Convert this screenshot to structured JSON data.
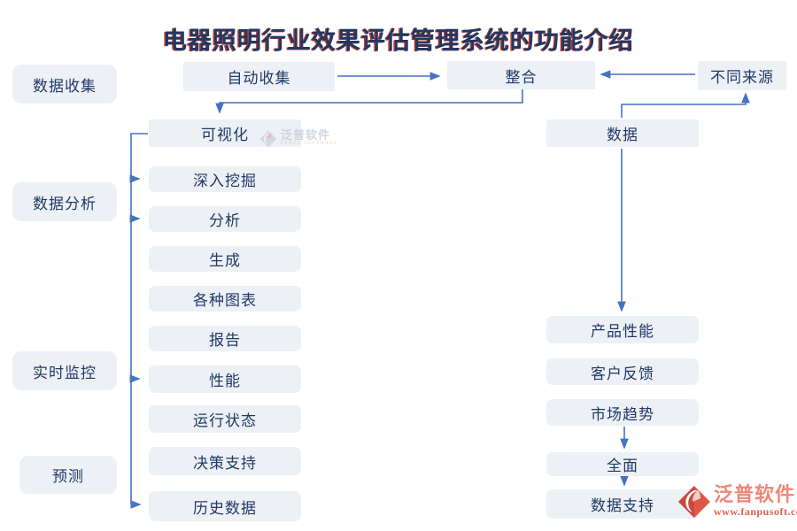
{
  "title": "电器照明行业效果评估管理系统的功能介绍",
  "categories": [
    "数据收集",
    "数据分析",
    "实时监控",
    "预测"
  ],
  "top_row": [
    "自动收集",
    "整合",
    "不同来源"
  ],
  "middle_column": [
    "可视化",
    "深入挖掘",
    "分析",
    "生成",
    "各种图表",
    "报告",
    "性能",
    "运行状态",
    "决策支持",
    "历史数据"
  ],
  "right_column": [
    "数据",
    "产品性能",
    "客户反馈",
    "市场趋势",
    "全面",
    "数据支持"
  ],
  "colors": {
    "arrow": "#4472c4",
    "box_fill": "#edf0f4",
    "box_text": "#1f3a68",
    "title_text": "#1f3864",
    "title_shadow": "#c0392b",
    "logo_red": "#dd5749",
    "logo_text": "#ee8679",
    "logo_url_text": "#da6354"
  },
  "watermark_center": {
    "text": "泛普软件",
    "subtext": "FANPU SOFTWARE"
  },
  "brand": {
    "name": "泛普软件",
    "website": "www.fanpusoft.com"
  }
}
